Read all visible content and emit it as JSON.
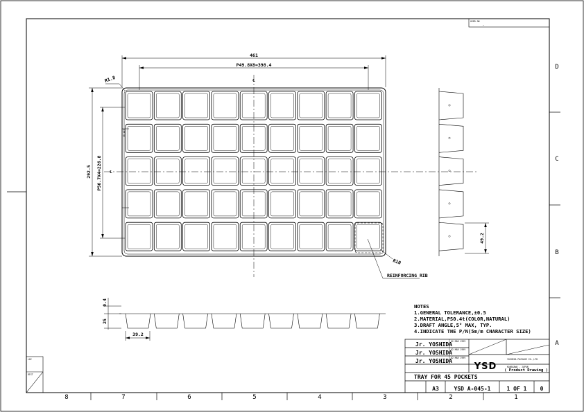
{
  "drawing": {
    "dims": {
      "overall_length": "461",
      "pitch_x": "P49.8X8=398.4",
      "overall_width": "292.5",
      "pitch_y": "P56.7X4=226.8",
      "corner_radius": "R1.8",
      "rib_radius": "R10",
      "pocket_depth_side": "49.2",
      "wall": "0.4",
      "depth": "25",
      "pocket_width": "39.2"
    },
    "labels": {
      "centerline": "℄",
      "reinforcing_rib": "REINFORCING RIB",
      "tilted_note": "45-ø25"
    },
    "zones": {
      "columns": [
        "8",
        "7",
        "6",
        "5",
        "4",
        "3",
        "2",
        "1"
      ],
      "rows": [
        "D",
        "C",
        "B",
        "A"
      ]
    },
    "notes": {
      "heading": "NOTES",
      "lines": [
        "1.GENERAL TOLERANCE,±0.5",
        "2.MATERIAL,PS0.4t(COLOR,NATURAL)",
        "3.DRAFT ANGLE,5° MAX, TYP.",
        "4.INDICATE THE P/N(5m/m CHARACTER SIZE)"
      ]
    },
    "title_block": {
      "drawn_by": "Jr. YOSHIDA",
      "checked_by": "Jr. YOSHIDA",
      "approved_by": "Jr. YOSHIDA",
      "date_drawn": "02 MAR 1999",
      "date_checked": "02 MAR 1999",
      "date_approved": "02 MAR 1999",
      "logo": "YSD",
      "company": "YOSHIDA PACKAGE CO.,LTD",
      "location": "KANAGAWA , JAPAN",
      "drawing_kind": "( Product Drawing )",
      "title": "TRAY FOR 45 POCKETS",
      "size": "A3",
      "drawing_no": "YSD  A-045-1",
      "sheet": "1 OF 1",
      "rev": "0"
    },
    "small_labels": {
      "loc": "LOC",
      "dist": "DIST",
      "used_on": "USED ON",
      "used_on_value": "—"
    }
  }
}
